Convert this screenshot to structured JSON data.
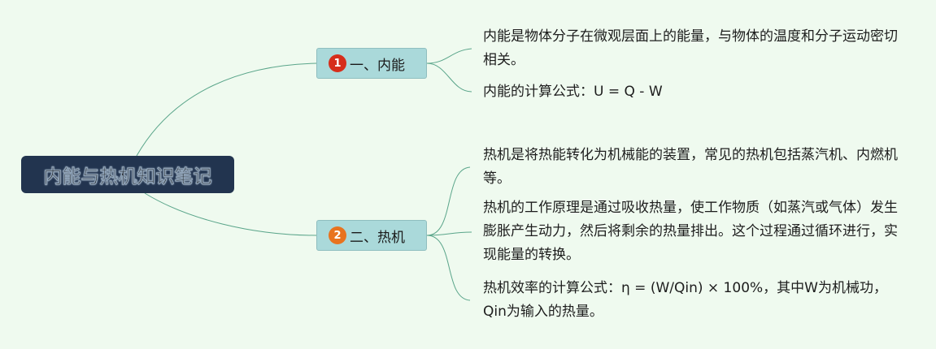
{
  "root": {
    "label": "内能与热机知识笔记"
  },
  "branches": [
    {
      "label": "一、内能",
      "badge": "1",
      "badge_color": "#d62e1b",
      "notes": [
        "内能是物体分子在微观层面上的能量，与物体的温度和分子运动密切相关。",
        "内能的计算公式：U = Q - W"
      ]
    },
    {
      "label": "二、热机",
      "badge": "2",
      "badge_color": "#e8731f",
      "notes": [
        "热机是将热能转化为机械能的装置，常见的热机包括蒸汽机、内燃机等。",
        "热机的工作原理是通过吸收热量，使工作物质（如蒸汽或气体）发生膨胀产生动力，然后将剩余的热量排出。这个过程通过循环进行，实现能量的转换。",
        "热机效率的计算公式：η = (W/Qin) × 100%，其中W为机械功，Qin为输入的热量。"
      ]
    }
  ],
  "colors": {
    "background": "#effaef",
    "root_fill": "#22344f",
    "branch_fill": "#aad9da",
    "connector": "#5aa58a"
  }
}
